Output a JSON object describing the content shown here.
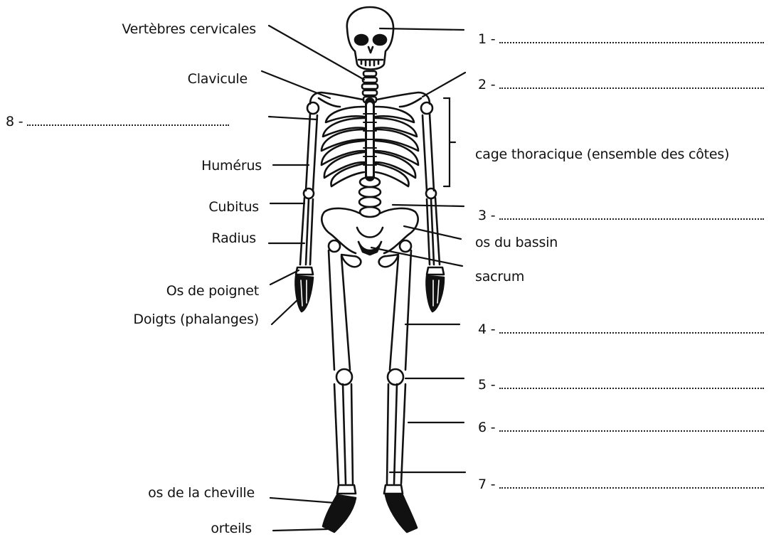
{
  "left_labels": {
    "cervical": "Vertèbres cervicales",
    "clavicle": "Clavicule",
    "humerus": "Humérus",
    "ulna": "Cubitus",
    "radius": "Radius",
    "wrist": "Os de poignet",
    "fingers": "Doigts (phalanges)",
    "ankle": "os de la cheville",
    "toes": "orteils"
  },
  "right_labels": {
    "ribcage": "cage thoracique (ensemble des côtes)",
    "pelvis": "os du bassin",
    "sacrum": "sacrum"
  },
  "blanks": {
    "b1": "1 -",
    "b2": "2 -",
    "b3": "3 -",
    "b4": "4 -",
    "b5": "5 -",
    "b6": "6 -",
    "b7": "7 -",
    "b8": "8 -"
  }
}
